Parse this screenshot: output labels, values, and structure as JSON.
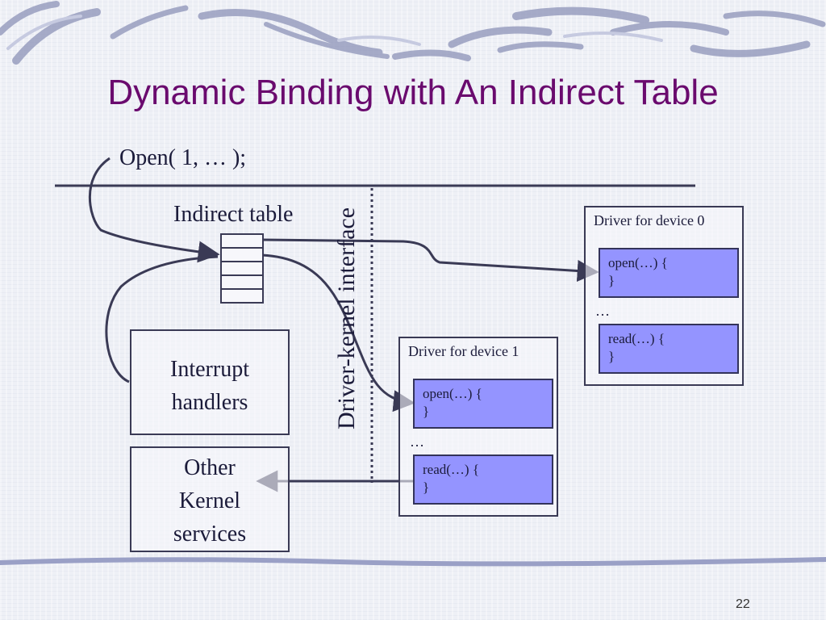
{
  "slide": {
    "title": "Dynamic Binding with An Indirect Table",
    "code": "Open( 1, … );",
    "indirect_table_label": "Indirect table",
    "interface_label": "Driver-kernel interface",
    "interrupt_box": [
      "Interrupt",
      "handlers"
    ],
    "other_box": [
      "Other",
      "Kernel",
      "services"
    ],
    "driver0": {
      "title": "Driver for device 0",
      "open_fn": [
        "open(…) {",
        "}"
      ],
      "ellipsis": "…",
      "read_fn": [
        "read(…) {",
        "}"
      ]
    },
    "driver1": {
      "title": "Driver for device 1",
      "open_fn": [
        "open(…) {",
        "}"
      ],
      "ellipsis": "…",
      "read_fn": [
        "read(…) {",
        "}"
      ]
    },
    "page_number": "22"
  },
  "colors": {
    "title": "#6a0a6e",
    "function_fill": "#9494ff",
    "line": "#3a3a55"
  }
}
